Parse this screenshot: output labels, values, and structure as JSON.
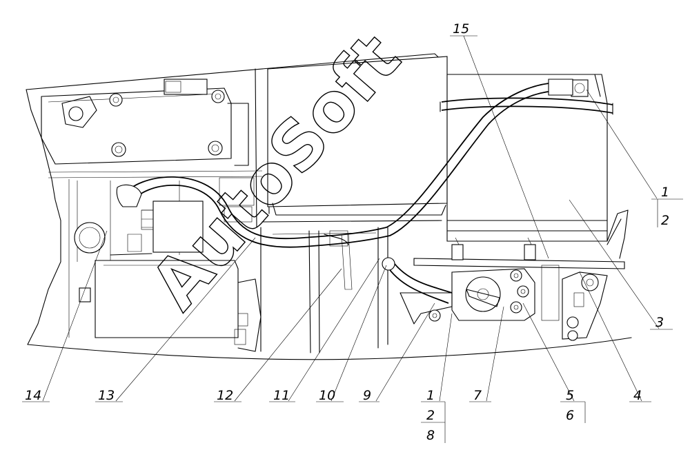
{
  "watermark": {
    "text": "AutoSoft"
  },
  "callouts": [
    {
      "id": "c14",
      "text": "14"
    },
    {
      "id": "c13",
      "text": "13"
    },
    {
      "id": "c12",
      "text": "12"
    },
    {
      "id": "c11",
      "text": "11"
    },
    {
      "id": "c10",
      "text": "10"
    },
    {
      "id": "c9",
      "text": "9"
    },
    {
      "id": "c1b",
      "text": "1"
    },
    {
      "id": "c2b",
      "text": "2"
    },
    {
      "id": "c8",
      "text": "8"
    },
    {
      "id": "c7",
      "text": "7"
    },
    {
      "id": "c5",
      "text": "5"
    },
    {
      "id": "c6",
      "text": "6"
    },
    {
      "id": "c4",
      "text": "4"
    },
    {
      "id": "c3",
      "text": "3"
    },
    {
      "id": "c1r",
      "text": "1"
    },
    {
      "id": "c2r",
      "text": "2"
    },
    {
      "id": "c15",
      "text": "15"
    }
  ]
}
